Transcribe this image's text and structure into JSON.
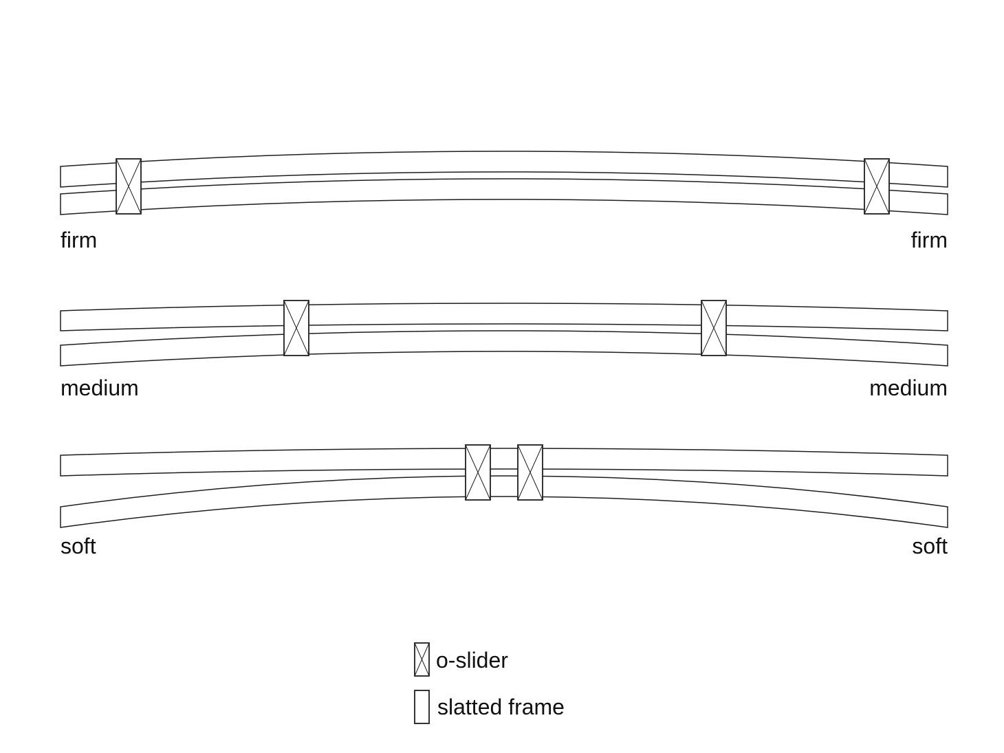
{
  "rows": [
    {
      "name": "firm",
      "left_label": "firm",
      "right_label": "firm"
    },
    {
      "name": "medium",
      "left_label": "medium",
      "right_label": "medium"
    },
    {
      "name": "soft",
      "left_label": "soft",
      "right_label": "soft"
    }
  ],
  "legend": {
    "o_slider": "o-slider",
    "slatted_frame": "slatted frame"
  },
  "colors": {
    "background": "#ffffff",
    "stroke": "#1e1e1e",
    "text": "#111111"
  }
}
